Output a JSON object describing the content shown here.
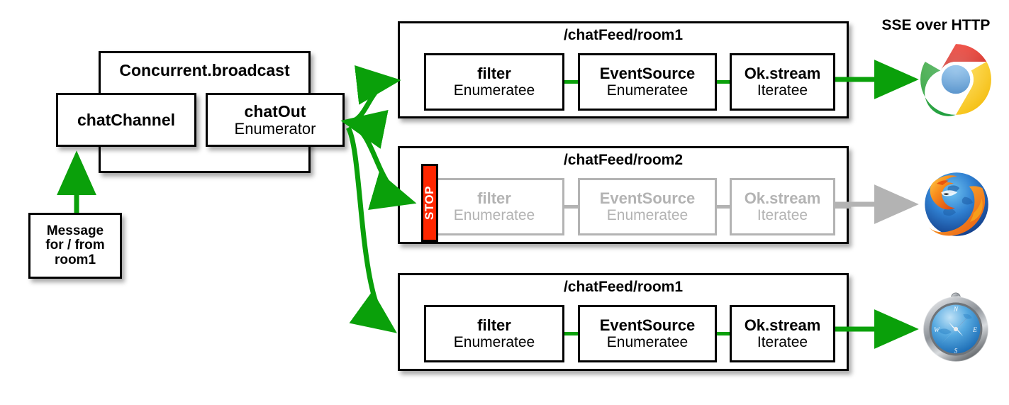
{
  "diagram": {
    "title": "Play Framework chat feed / SSE broadcast diagram",
    "header_label": "SSE over HTTP",
    "colors": {
      "flow_green": "#0aa00a",
      "disabled_gray": "#b3b3b3",
      "stop_red": "#ff2600",
      "stroke_black": "#000000"
    }
  },
  "left": {
    "broadcast": {
      "title": "Concurrent.broadcast"
    },
    "chat_channel": {
      "title": "chatChannel"
    },
    "chat_out": {
      "title": "chatOut",
      "subtitle": "Enumerator"
    },
    "message": {
      "line1": "Message",
      "line2": "for / from",
      "line3": "room1"
    }
  },
  "feeds": [
    {
      "title": "/chatFeed/room1",
      "enabled": true,
      "browser": "chrome",
      "stages": [
        {
          "name": "filter",
          "type": "Enumeratee"
        },
        {
          "name": "EventSource",
          "type": "Enumeratee"
        },
        {
          "name": "Ok.stream",
          "type": "Iteratee"
        }
      ]
    },
    {
      "title": "/chatFeed/room2",
      "enabled": false,
      "browser": "firefox",
      "stop_label": "STOP",
      "stages": [
        {
          "name": "filter",
          "type": "Enumeratee"
        },
        {
          "name": "EventSource",
          "type": "Enumeratee"
        },
        {
          "name": "Ok.stream",
          "type": "Iteratee"
        }
      ]
    },
    {
      "title": "/chatFeed/room1",
      "enabled": true,
      "browser": "safari",
      "stages": [
        {
          "name": "filter",
          "type": "Enumeratee"
        },
        {
          "name": "EventSource",
          "type": "Enumeratee"
        },
        {
          "name": "Ok.stream",
          "type": "Iteratee"
        }
      ]
    }
  ],
  "icons": {
    "chrome": "chrome-browser-icon",
    "firefox": "firefox-browser-icon",
    "safari": "safari-browser-icon"
  }
}
